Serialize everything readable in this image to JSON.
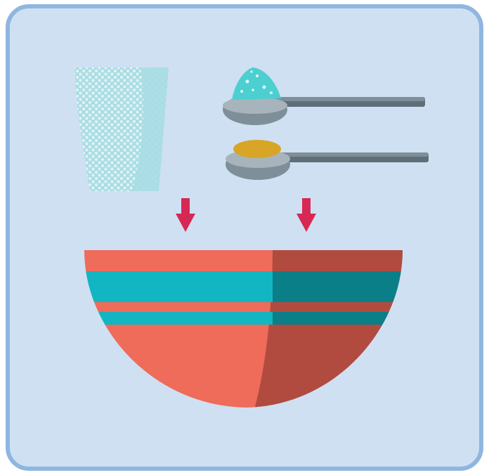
{
  "illustration": {
    "kind": "recipe-step",
    "contents": [
      "bag-of-coarse-sugar",
      "spoon-of-sugar",
      "spoon-of-yolk",
      "mixing-bowl"
    ]
  },
  "colors": {
    "panel_fill": "#cfe0f2",
    "panel_border": "#8fb6e0",
    "bag_fill": "#a9dde4",
    "bag_texture": "#dff2f4",
    "spoon_metal": "#7f8f99",
    "spoon_handle": "#5f6e78",
    "spoon_bowl_light": "#a8b4bc",
    "sugar_crystals": "#4ccfd0",
    "yolk": "#d8a526",
    "arrow": "#d62855",
    "bowl_coral": "#ef6b5a",
    "bowl_coral_shade": "#b14b40",
    "bowl_teal": "#12b5c2",
    "bowl_teal_shade": "#0b7f88"
  },
  "icons": [
    "bag-icon",
    "spoon-icon",
    "down-arrow-icon",
    "bowl-icon"
  ]
}
